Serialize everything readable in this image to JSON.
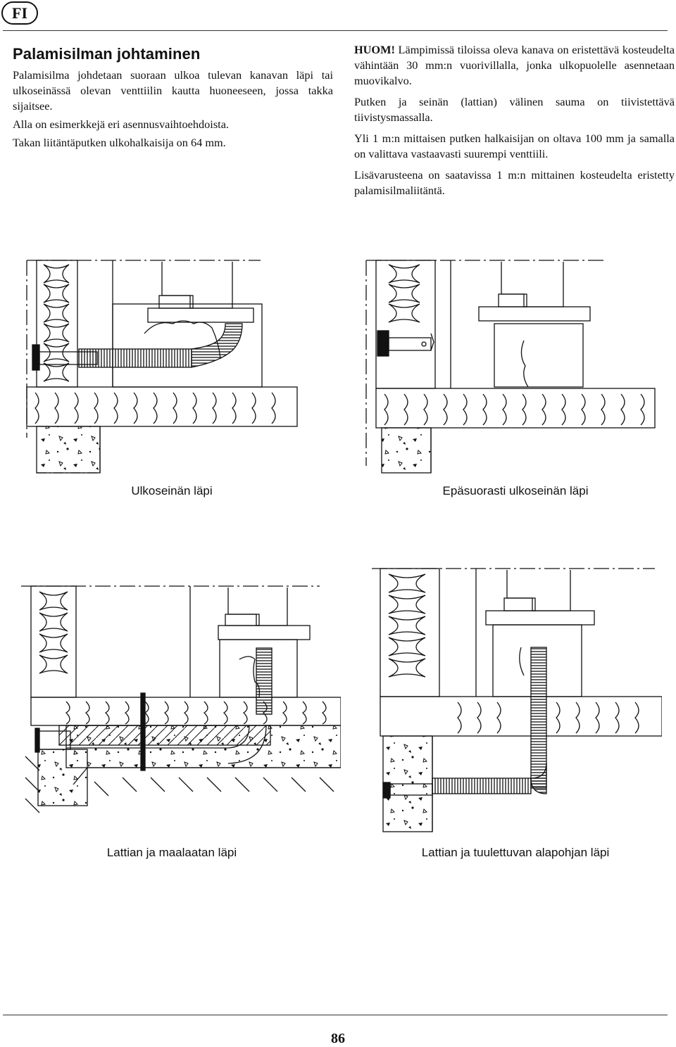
{
  "header": {
    "lang_badge": "FI"
  },
  "left_column": {
    "title": "Palamisilman johtaminen",
    "para1": "Palamisilma johdetaan suoraan ulkoa tulevan kanavan läpi tai ulkoseinässä olevan venttiilin kautta huoneeseen, jossa takka sijaitsee.",
    "para2": "Alla on esimerkkejä eri asennusvaihtoehdoista.",
    "para3": "Takan liitäntäputken ulkohalkaisija on 64 mm."
  },
  "right_column": {
    "note_label": "HUOM!",
    "note_text": " Lämpimissä tiloissa oleva kanava on eristettävä kosteudelta vähintään 30 mm:n vuorivillalla, jonka ulkopuolelle asennetaan muovikalvo.",
    "para2": "Putken ja seinän (lattian) välinen sauma on tiivistettävä tiivistysmassalla.",
    "para3": "Yli 1 m:n mittaisen putken halkaisijan on oltava 100 mm ja samalla on valittava vastaavasti suurempi venttiili.",
    "para4": "Lisävarusteena on saatavissa 1 m:n mittainen kosteudelta eristetty palamisilmaliitäntä."
  },
  "diagrams": [
    {
      "caption": "Ulkoseinän läpi"
    },
    {
      "caption": "Epäsuorasti ulkoseinän läpi"
    },
    {
      "caption": "Lattian ja maalaatan läpi"
    },
    {
      "caption": "Lattian ja tuulettuvan alapohjan läpi"
    }
  ],
  "footer": {
    "page_number": "86"
  },
  "colors": {
    "ink": "#111111",
    "rule": "#333333"
  }
}
